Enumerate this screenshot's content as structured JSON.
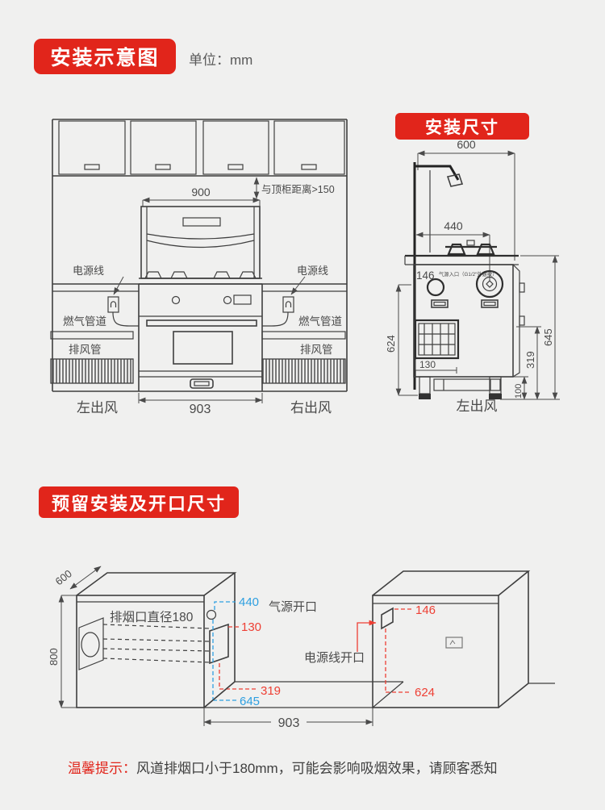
{
  "colors": {
    "background": "#f0f0ef",
    "accent_red": "#e1251b",
    "dimension_red": "#ee3f34",
    "dimension_blue": "#2e9fe0",
    "line": "#3f3f3f"
  },
  "header": {
    "title": "安装示意图",
    "unit": "单位：mm"
  },
  "front_view": {
    "dim_width_top": "900",
    "top_gap_note": "与顶柜距离>150",
    "label_power_cord": "电源线",
    "label_gas_pipe": "燃气管道",
    "label_exhaust_duct": "排风管",
    "label_outlet_left": "左出风",
    "label_outlet_right": "右出风",
    "dim_width_bottom": "903"
  },
  "side_view": {
    "title": "安装尺寸",
    "dim_depth": "600",
    "dim_burner_center": "440",
    "dim_gas_inlet": "146",
    "gas_inlet_note": "气源入口（G1/2″外螺纹）",
    "dim_gas_height": "624",
    "dim_air_outlet_width": "130",
    "dim_air_outlet_height": "319",
    "dim_counter_height": "645",
    "dim_base_height": "100",
    "label_outlet": "左出风"
  },
  "cutout_view": {
    "title": "预留安装及开口尺寸",
    "dim_depth": "600",
    "dim_height": "800",
    "vent_note": "排烟口直径180",
    "dim_gas_x": "440",
    "label_gas_opening": "气源开口",
    "dim_duct_width": "130",
    "dim_duct_height": "319",
    "dim_gas_y": "645",
    "dim_power_x": "146",
    "label_power_opening": "电源线开口",
    "dim_power_y": "624",
    "dim_width": "903"
  },
  "footer": {
    "tip_label": "温馨提示：",
    "tip_text": "风道排烟口小于180mm，可能会影响吸烟效果，请顾客悉知"
  }
}
